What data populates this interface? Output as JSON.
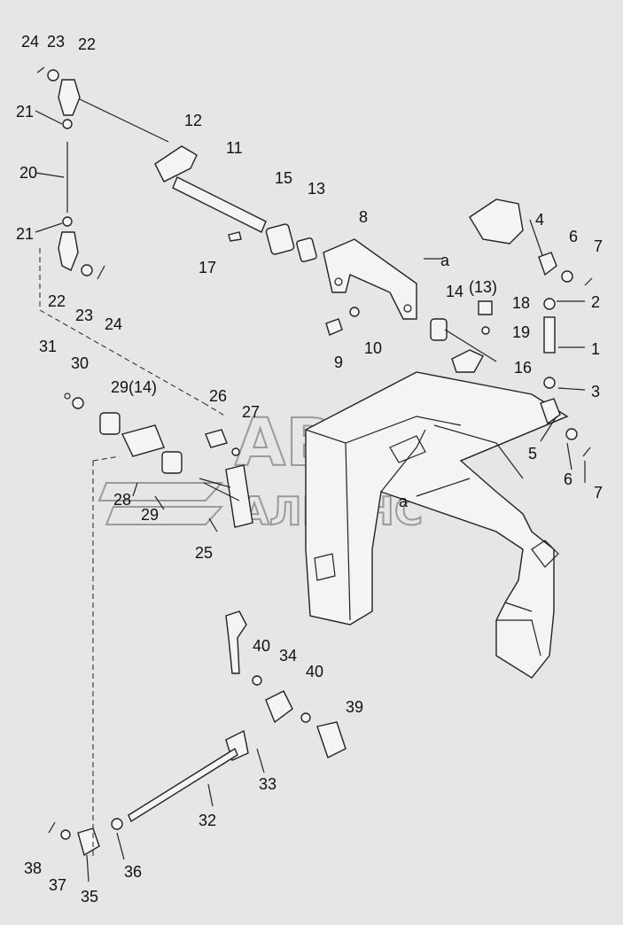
{
  "watermark": {
    "line1": "АВТО",
    "line2": "АЛЬЯНС"
  },
  "labels": {
    "p24a": "24",
    "p23a": "23",
    "p22a": "22",
    "p21a": "21",
    "p20": "20",
    "p21b": "21",
    "p22b": "22",
    "p23b": "23",
    "p24b": "24",
    "p12": "12",
    "p11": "11",
    "p15": "15",
    "p13": "13",
    "p17": "17",
    "p8": "8",
    "pa1": "a",
    "p9": "9",
    "p10": "10",
    "p4": "4",
    "p6a": "6",
    "p7a": "7",
    "p14": "14",
    "p13b": "(13)",
    "p18": "18",
    "p2": "2",
    "p19": "19",
    "p1": "1",
    "p16": "16",
    "p3": "3",
    "p5": "5",
    "p6b": "6",
    "p7b": "7",
    "pa2": "a",
    "p31": "31",
    "p30": "30",
    "p29a": "29(14)",
    "p26": "26",
    "p27": "27",
    "p28": "28",
    "p29b": "29",
    "p25": "25",
    "p40a": "40",
    "p34": "34",
    "p40b": "40",
    "p39": "39",
    "p33": "33",
    "p32": "32",
    "p38": "38",
    "p37": "37",
    "p36": "36",
    "p35": "35"
  }
}
